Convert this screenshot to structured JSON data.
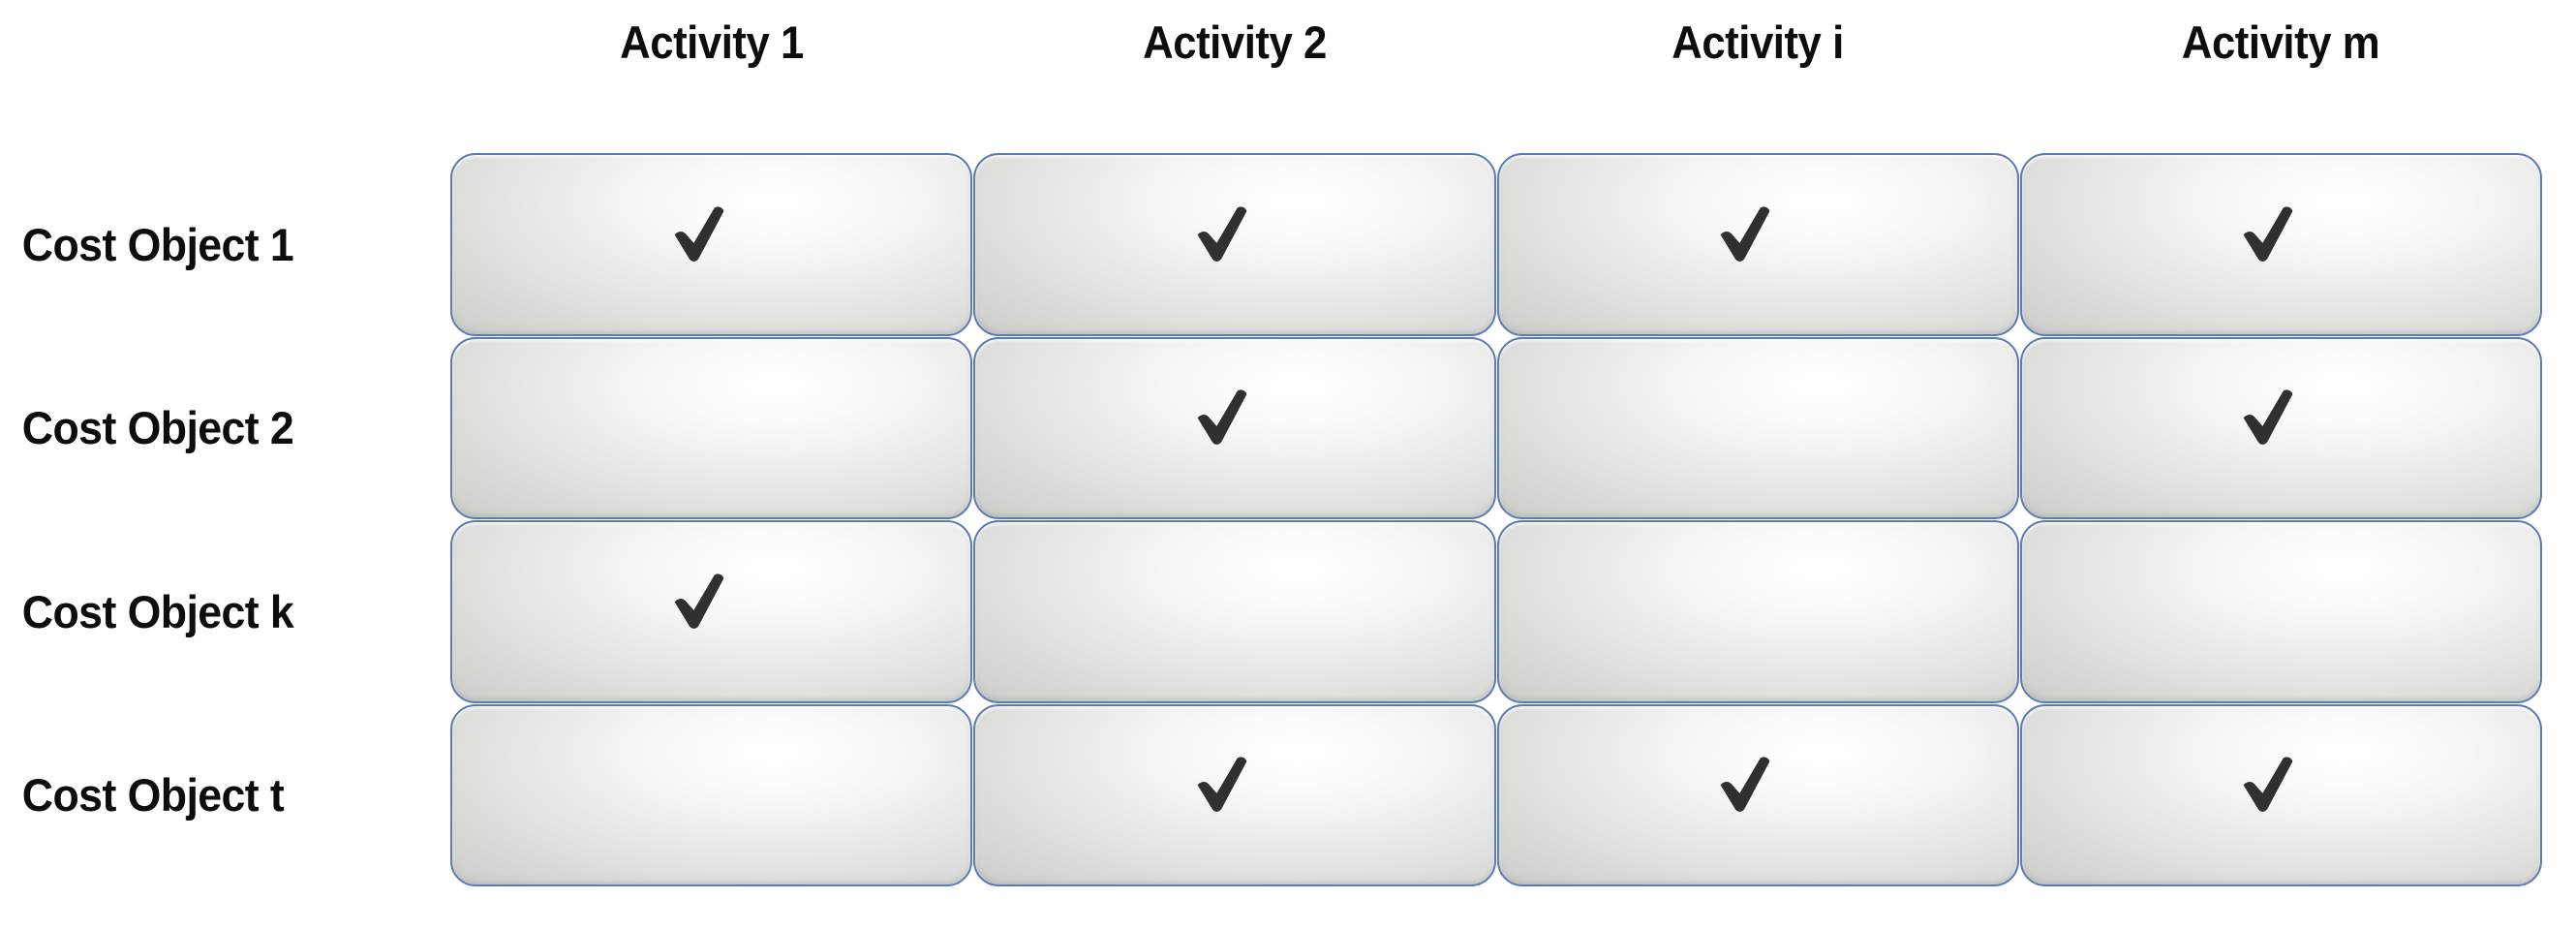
{
  "figure": {
    "name": "activity-cost-object-matrix",
    "background_color": "#ffffff"
  },
  "columns": [
    {
      "id": "activity-1",
      "label": "Activity 1"
    },
    {
      "id": "activity-2",
      "label": "Activity 2"
    },
    {
      "id": "activity-i",
      "label": "Activity i"
    },
    {
      "id": "activity-m",
      "label": "Activity m"
    }
  ],
  "rows": [
    {
      "id": "cost-object-1",
      "label": "Cost Object 1"
    },
    {
      "id": "cost-object-2",
      "label": "Cost Object 2"
    },
    {
      "id": "cost-object-k",
      "label": "Cost Object k"
    },
    {
      "id": "cost-object-t",
      "label": "Cost Object t"
    }
  ],
  "matrix": [
    [
      true,
      true,
      true,
      true
    ],
    [
      false,
      true,
      false,
      true
    ],
    [
      true,
      false,
      false,
      false
    ],
    [
      false,
      true,
      true,
      true
    ]
  ],
  "icons": {
    "check": "check-mark-icon",
    "check_glyph": "✓"
  },
  "colors": {
    "cell_border": "#5b7bb5",
    "cell_fill_light": "#ffffff",
    "cell_fill_dark": "#b6b6b1",
    "check_color": "#303030",
    "text_color": "#0d0d0d"
  },
  "chart_data": {
    "type": "table",
    "title": "",
    "xlabel": "",
    "ylabel": "",
    "categories": [
      "Activity 1",
      "Activity 2",
      "Activity i",
      "Activity m"
    ],
    "rows": [
      "Cost Object 1",
      "Cost Object 2",
      "Cost Object k",
      "Cost Object t"
    ],
    "series": [
      {
        "name": "Cost Object 1",
        "values": [
          1,
          1,
          1,
          1
        ]
      },
      {
        "name": "Cost Object 2",
        "values": [
          0,
          1,
          0,
          1
        ]
      },
      {
        "name": "Cost Object k",
        "values": [
          1,
          0,
          0,
          0
        ]
      },
      {
        "name": "Cost Object t",
        "values": [
          0,
          1,
          1,
          1
        ]
      }
    ],
    "legend": [],
    "grid": false
  }
}
